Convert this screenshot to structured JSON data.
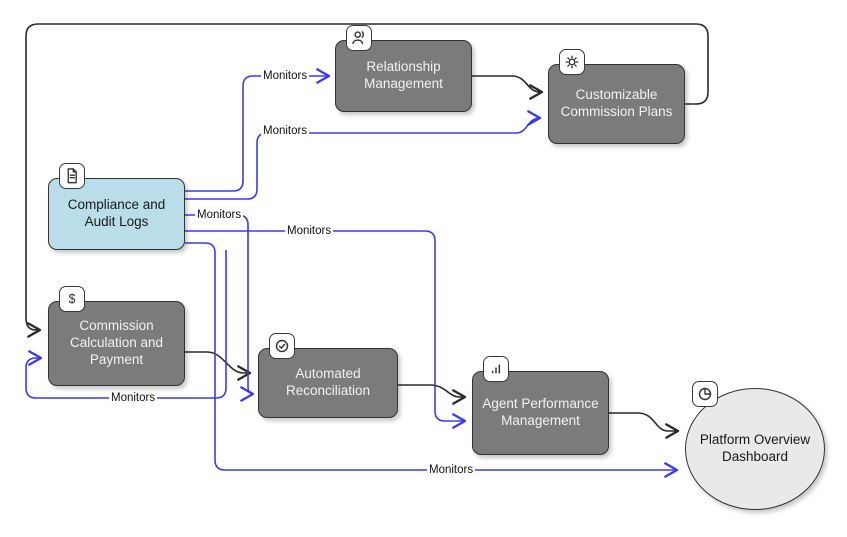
{
  "diagram": {
    "type": "flowchart",
    "nodes": [
      {
        "id": "relationship-management",
        "label": "Relationship Management",
        "icon": "users-icon",
        "shape": "rounded-box",
        "fill": "#7b7b7b"
      },
      {
        "id": "customizable-commission-plans",
        "label": "Customizable Commission Plans",
        "icon": "gear-icon",
        "shape": "rounded-box",
        "fill": "#7b7b7b"
      },
      {
        "id": "compliance-and-audit-logs",
        "label": "Compliance and Audit Logs",
        "icon": "document-icon",
        "shape": "rounded-box",
        "fill": "#b9dde9"
      },
      {
        "id": "commission-calculation-and-payment",
        "label": "Commission Calculation and Payment",
        "icon": "dollar-icon",
        "shape": "rounded-box",
        "fill": "#7b7b7b"
      },
      {
        "id": "automated-reconciliation",
        "label": "Automated Reconciliation",
        "icon": "check-circle-icon",
        "shape": "rounded-box",
        "fill": "#7b7b7b"
      },
      {
        "id": "agent-performance-management",
        "label": "Agent Performance Management",
        "icon": "bar-chart-icon",
        "shape": "rounded-box",
        "fill": "#7b7b7b"
      },
      {
        "id": "platform-overview-dashboard",
        "label": "Platform Overview Dashboard",
        "icon": "pie-chart-icon",
        "shape": "circle",
        "fill": "#e9e9e9"
      }
    ],
    "edges": [
      {
        "from": "compliance-and-audit-logs",
        "to": "relationship-management",
        "label": "Monitors",
        "color": "#3b3bee"
      },
      {
        "from": "compliance-and-audit-logs",
        "to": "customizable-commission-plans",
        "label": "Monitors",
        "color": "#3b3bee"
      },
      {
        "from": "compliance-and-audit-logs",
        "to": "automated-reconciliation",
        "label": "Monitors",
        "color": "#3b3bee"
      },
      {
        "from": "compliance-and-audit-logs",
        "to": "agent-performance-management",
        "label": "Monitors",
        "color": "#3b3bee"
      },
      {
        "from": "compliance-and-audit-logs",
        "to": "platform-overview-dashboard",
        "label": "Monitors",
        "color": "#3b3bee"
      },
      {
        "from": "compliance-and-audit-logs",
        "to": "commission-calculation-and-payment",
        "label": "Monitors",
        "color": "#3b3bee"
      },
      {
        "from": "relationship-management",
        "to": "customizable-commission-plans",
        "label": "",
        "color": "#2a2a2a"
      },
      {
        "from": "customizable-commission-plans",
        "to": "commission-calculation-and-payment",
        "label": "",
        "color": "#2a2a2a"
      },
      {
        "from": "commission-calculation-and-payment",
        "to": "automated-reconciliation",
        "label": "",
        "color": "#2a2a2a"
      },
      {
        "from": "automated-reconciliation",
        "to": "agent-performance-management",
        "label": "",
        "color": "#2a2a2a"
      },
      {
        "from": "agent-performance-management",
        "to": "platform-overview-dashboard",
        "label": "",
        "color": "#2a2a2a"
      }
    ],
    "icon_glyphs": {
      "dollar": "$"
    },
    "colors": {
      "node_gray": "#7b7b7b",
      "node_highlight_blue": "#b9dde9",
      "node_circle_gray": "#e9e9e9",
      "edge_blue": "#3b3bee",
      "edge_black": "#2a2a2a",
      "node_text_light": "#f2f2f2",
      "node_text_dark": "#1a1a1a",
      "border": "#333333"
    }
  }
}
